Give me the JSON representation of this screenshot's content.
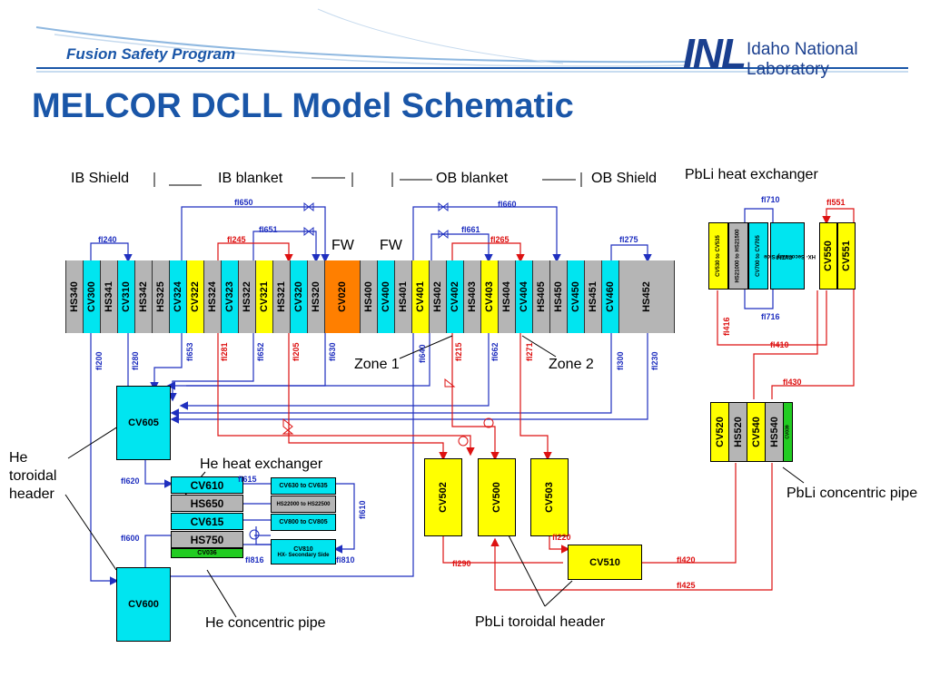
{
  "header": {
    "program": "Fusion Safety Program",
    "logo_text": "INL",
    "lab_name": "Idaho National Laboratory"
  },
  "title": "MELCOR DCLL Model Schematic",
  "region_labels": {
    "ib_shield": "IB Shield",
    "ib_blanket": "IB blanket",
    "ob_blanket": "OB blanket",
    "ob_shield": "OB Shield",
    "pbli_hx": "PbLi heat exchanger",
    "fw1": "FW",
    "fw2": "FW",
    "zone1": "Zone 1",
    "zone2": "Zone 2",
    "he_toroidal": "He toroidal header",
    "he_hx": "He heat exchanger",
    "he_pipe": "He concentric pipe",
    "pbli_toroidal": "PbLi toroidal header",
    "pbli_pipe": "PbLi concentric pipe"
  },
  "columns": [
    "HS340",
    "CV300",
    "HS341",
    "CV310",
    "HS342",
    "HS325",
    "CV324",
    "CV322",
    "HS324",
    "CV323",
    "HS322",
    "CV321",
    "HS321",
    "CV320",
    "HS320",
    "CV020",
    "HS400",
    "CV400",
    "HS401",
    "CV401",
    "HS402",
    "CV402",
    "HS403",
    "CV403",
    "HS404",
    "CV404",
    "HS405",
    "HS450",
    "CV450",
    "HS451",
    "CV460",
    "HS452"
  ],
  "top_flows": {
    "fl650": "fl650",
    "fl651": "fl651",
    "fl240": "fl240",
    "fl245": "fl245",
    "fl660": "fl660",
    "fl661": "fl661",
    "fl265": "fl265",
    "fl275": "fl275"
  },
  "bottom_flows": {
    "fl200": "fl200",
    "fl280": "fl280",
    "fl653": "fl653",
    "fl281": "fl281",
    "fl652": "fl652",
    "fl205": "fl205",
    "fl630": "fl630",
    "fl640": "fl640",
    "fl215": "fl215",
    "fl662": "fl662",
    "fl271": "fl271",
    "fl300": "fl300",
    "fl230": "fl230"
  },
  "he_loop": {
    "cv605": "CV605",
    "cv600": "CV600",
    "cv610": "CV610",
    "hs650": "HS650",
    "cv615": "CV615",
    "hs750": "HS750",
    "cv036": "CV036",
    "cv630": "CV630 to CV635",
    "hs22000": "HS22000 to HS22500",
    "cv800": "CV800 to CV805",
    "cv810": "CV810",
    "cv810_sub": "HX- Secondary Side",
    "fl620": "fl620",
    "fl615": "fl615",
    "fl600": "fl600",
    "fl816": "fl816",
    "fl810": "fl810",
    "fl610": "fl610"
  },
  "pbli_loop": {
    "cv502": "CV502",
    "cv500": "CV500",
    "cv503": "CV503",
    "cv510": "CV510",
    "fl290": "fl290",
    "fl220": "fl220",
    "fl420": "fl420",
    "fl425": "fl425"
  },
  "pbli_hx": {
    "cv530": "CV530 to CV535",
    "hs21000": "HS21000 to HS21500",
    "cv700": "CV700 to CV705",
    "cv710": "CV710",
    "cv710_sub": "HX- Secondary Side",
    "cv550": "CV550",
    "cv551": "CV551",
    "fl710": "fl710",
    "fl551": "fl551",
    "fl716": "fl716",
    "fl416": "fl416",
    "fl410": "fl410",
    "fl430": "fl430"
  },
  "pbli_pipe": {
    "cv520": "CV520",
    "hs520": "HS520",
    "cv540": "CV540",
    "hs540": "HS540",
    "cv039": "CV039"
  },
  "colors": {
    "title_blue": "#1a56a8",
    "flow_blue": "#1f2fbf",
    "flow_red": "#d11",
    "cyan": "#00e5f0",
    "yellow": "#ffff00",
    "orange": "#ff7f00",
    "gray": "#b5b5b5",
    "green": "#22cc22"
  }
}
